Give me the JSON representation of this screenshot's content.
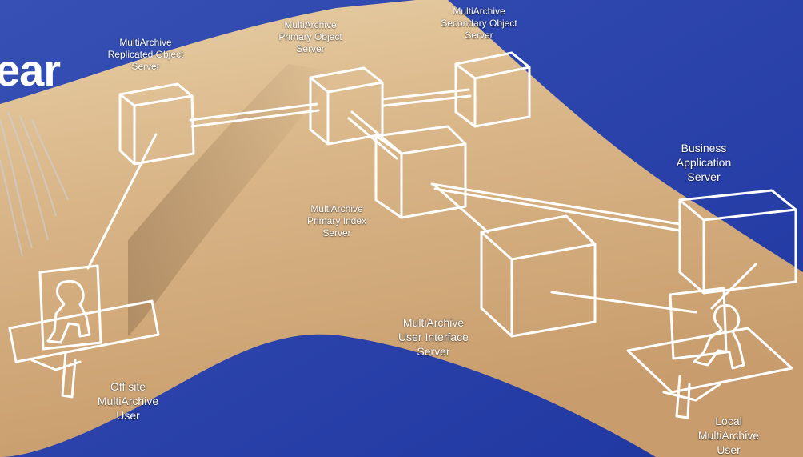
{
  "title_fragment": "ear",
  "colors": {
    "sky": "#2a40a6",
    "arm": "#d9b98c",
    "lines": "#ffffff"
  },
  "labels": {
    "replicated": [
      "MultiArchive",
      "Replicated  Object",
      "Server"
    ],
    "primary_object": [
      "MultiArchive",
      "Primary  Object",
      "Server"
    ],
    "secondary": [
      "MultiArchive",
      "Secondary  Object",
      "Server"
    ],
    "business": [
      "Business",
      "Application",
      "Server"
    ],
    "primary_index": [
      "MultiArchive",
      "Primary Index",
      "Server"
    ],
    "user_interface": [
      "MultiArchive",
      "User Interface",
      "Server"
    ],
    "offsite_user": [
      "Off site",
      "MultiArchive",
      "User"
    ],
    "local_user": [
      "Local",
      "MultiArchive",
      "User"
    ]
  }
}
